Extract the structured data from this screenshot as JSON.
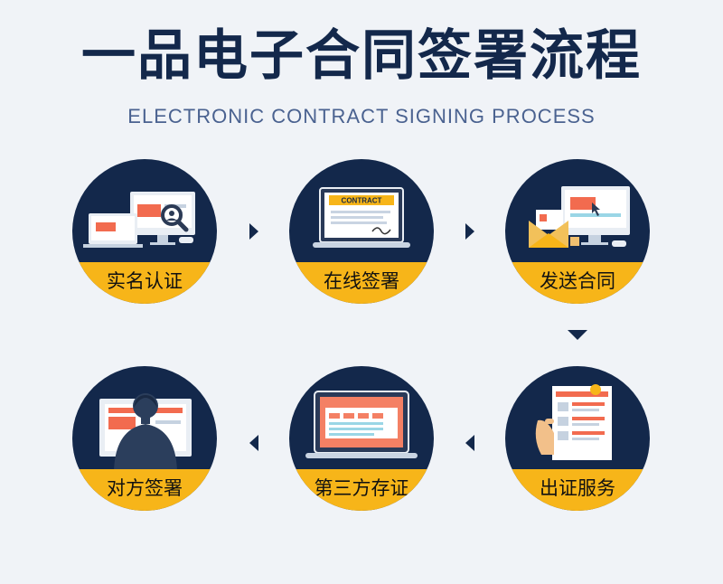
{
  "header": {
    "title": "一品电子合同签署流程",
    "subtitle": "ELECTRONIC CONTRACT SIGNING PROCESS"
  },
  "steps": [
    {
      "label": "实名认证"
    },
    {
      "label": "在线签署",
      "screen_text": "CONTRACT"
    },
    {
      "label": "发送合同"
    },
    {
      "label": "出证服务"
    },
    {
      "label": "第三方存证"
    },
    {
      "label": "对方签署"
    }
  ],
  "colors": {
    "navy": "#13284b",
    "yellow": "#f7b519",
    "background": "#f0f3f7",
    "subtitle": "#4a6290"
  }
}
